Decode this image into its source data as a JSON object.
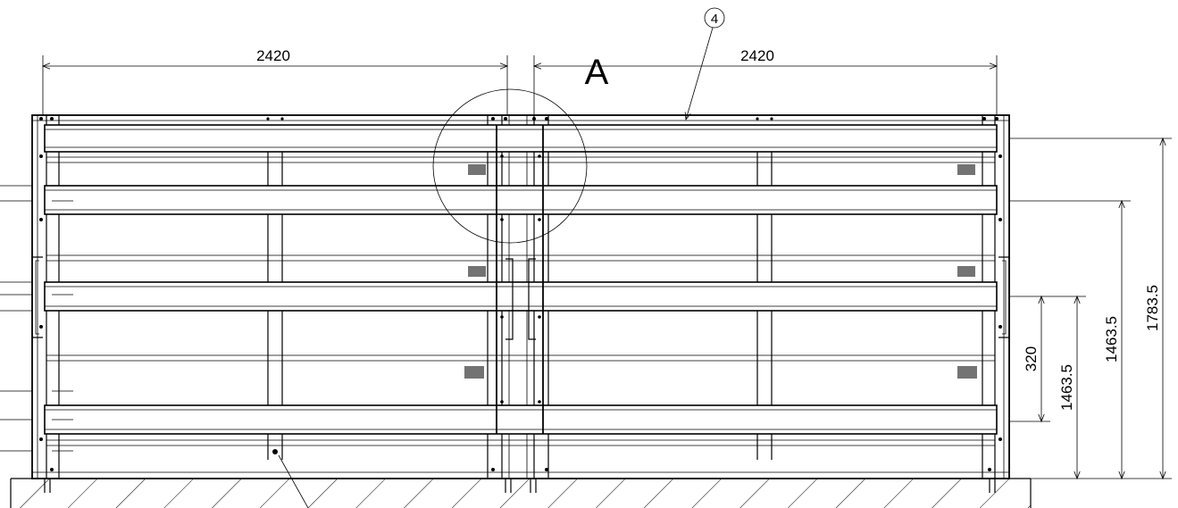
{
  "dimensions": {
    "width_left": "2420",
    "width_right": "2420",
    "height_320": "320",
    "height_1463_inner": "1463.5",
    "height_1463_outer": "1463.5",
    "height_1783": "1783.5"
  },
  "detail_label": "A",
  "callout_number": "4"
}
